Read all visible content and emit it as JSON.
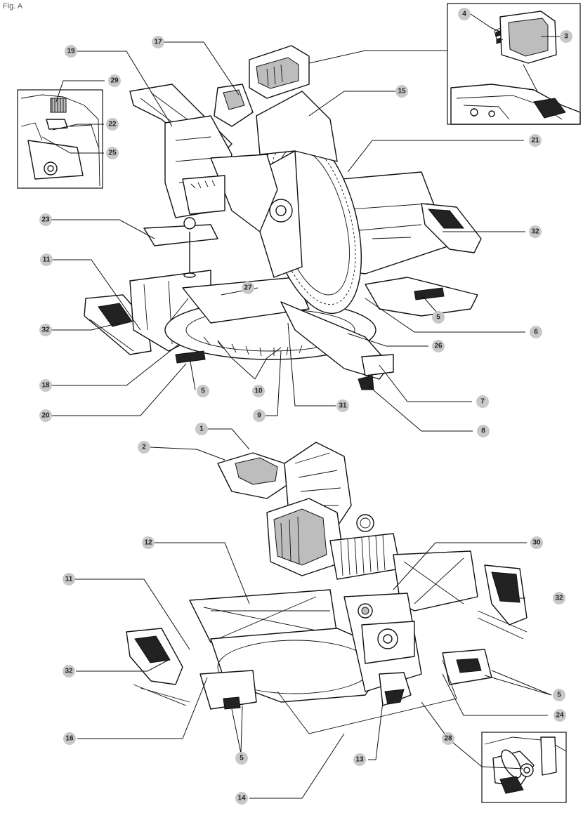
{
  "figure": {
    "label": "Fig. A"
  },
  "callouts": [
    {
      "id": "c1",
      "label": "1"
    },
    {
      "id": "c2",
      "label": "2"
    },
    {
      "id": "c3",
      "label": "3"
    },
    {
      "id": "c4",
      "label": "4"
    },
    {
      "id": "c5a",
      "label": "5"
    },
    {
      "id": "c5b",
      "label": "5"
    },
    {
      "id": "c5c",
      "label": "5"
    },
    {
      "id": "c5d",
      "label": "5"
    },
    {
      "id": "c6",
      "label": "6"
    },
    {
      "id": "c7",
      "label": "7"
    },
    {
      "id": "c8",
      "label": "8"
    },
    {
      "id": "c9",
      "label": "9"
    },
    {
      "id": "c10",
      "label": "10"
    },
    {
      "id": "c11a",
      "label": "11"
    },
    {
      "id": "c11b",
      "label": "11"
    },
    {
      "id": "c12",
      "label": "12"
    },
    {
      "id": "c13",
      "label": "13"
    },
    {
      "id": "c14",
      "label": "14"
    },
    {
      "id": "c15",
      "label": "15"
    },
    {
      "id": "c16",
      "label": "16"
    },
    {
      "id": "c17",
      "label": "17"
    },
    {
      "id": "c18",
      "label": "18"
    },
    {
      "id": "c19",
      "label": "19"
    },
    {
      "id": "c20",
      "label": "20"
    },
    {
      "id": "c21",
      "label": "21"
    },
    {
      "id": "c22",
      "label": "22"
    },
    {
      "id": "c23",
      "label": "23"
    },
    {
      "id": "c24",
      "label": "24"
    },
    {
      "id": "c25",
      "label": "25"
    },
    {
      "id": "c26",
      "label": "26"
    },
    {
      "id": "c27",
      "label": "27"
    },
    {
      "id": "c28",
      "label": "28"
    },
    {
      "id": "c29",
      "label": "29"
    },
    {
      "id": "c30",
      "label": "30"
    },
    {
      "id": "c31",
      "label": "31"
    },
    {
      "id": "c32a",
      "label": "32"
    },
    {
      "id": "c32b",
      "label": "32"
    },
    {
      "id": "c32c",
      "label": "32"
    },
    {
      "id": "c32d",
      "label": "32"
    }
  ]
}
